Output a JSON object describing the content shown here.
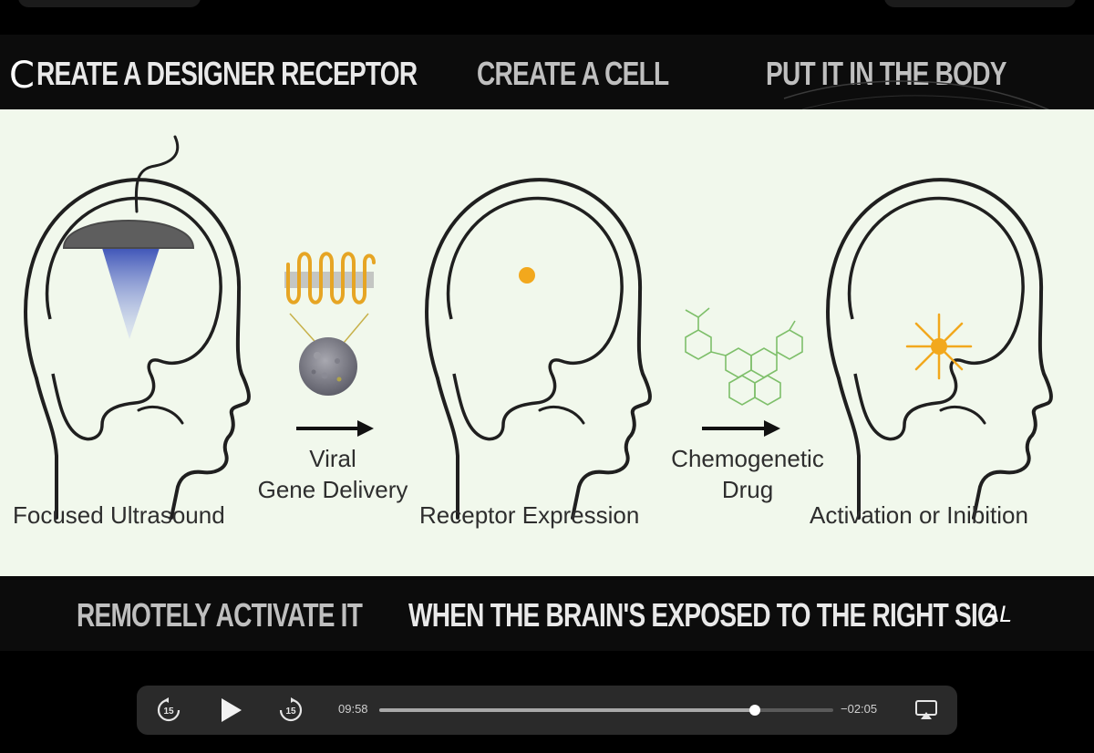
{
  "video": {
    "caption_top": {
      "first_letter": "C",
      "part1_rest": "REATE A DESIGNER RECEPTOR",
      "part2": "CREATE A CELL",
      "part3": "PUT IT IN THE BODY"
    },
    "caption_bottom": {
      "part1": "REMOTELY ACTIVATE IT",
      "part2": "WHEN THE BRAIN'S EXPOSED TO THE RIGHT SIG",
      "handwritten": "AL"
    },
    "diagram": {
      "label_ultrasound": "Focused Ultrasound",
      "label_viral_line1": "Viral",
      "label_viral_line2": "Gene Delivery",
      "label_receptor": "Receptor Expression",
      "label_drug_line1": "Chemogenetic",
      "label_drug_line2": "Drug",
      "label_activation": "Activation or Inibition"
    }
  },
  "player": {
    "elapsed": "09:58",
    "remaining": "−02:05",
    "skip_back_seconds": "15",
    "skip_forward_seconds": "15",
    "progress": 0.827
  },
  "colors": {
    "accent_orange": "#f2a81d",
    "ultrasound_blue": "#5a6fc4",
    "panel_bg": "#f1f8ec"
  }
}
